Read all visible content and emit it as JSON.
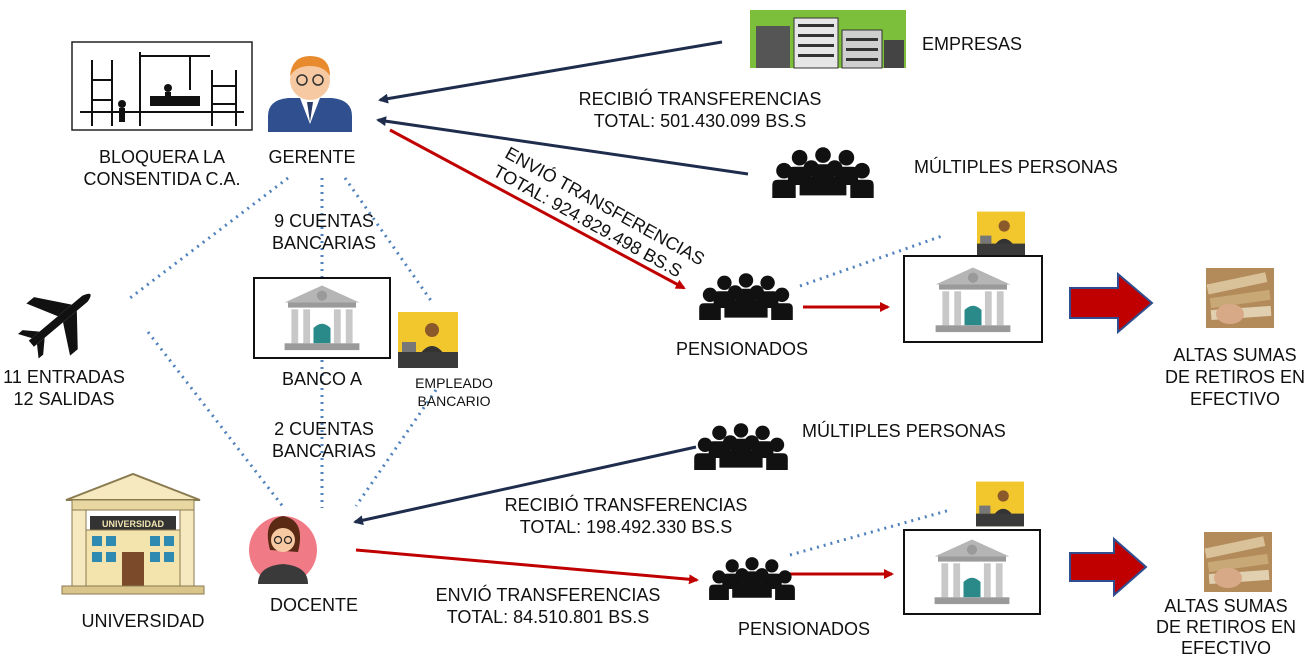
{
  "nodes": {
    "bloquera": "BLOQUERA LA\nCONSENTIDA C.A.",
    "gerente": "GERENTE",
    "empresas": "EMPRESAS",
    "multiples_top": "MÚLTIPLES PERSONAS",
    "pensionados_top": "PENSIONADOS",
    "altas_top": "ALTAS SUMAS\nDE RETIROS EN\nEFECTIVO",
    "vuelos": "11 ENTRADAS\n12 SALIDAS",
    "banco": "BANCO A",
    "empleado": "EMPLEADO\nBANCARIO",
    "universidad": "UNIVERSIDAD",
    "docente": "DOCENTE",
    "multiples_bottom": "MÚLTIPLES PERSONAS",
    "pensionados_bottom": "PENSIONADOS",
    "altas_bottom": "ALTAS SUMAS\nDE RETIROS EN\nEFECTIVO"
  },
  "edges": {
    "recibio_top": "RECIBIÓ TRANSFERENCIAS\nTOTAL: 501.430.099 BS.S",
    "envio_top_1": "ENVIÓ TRANSFERENCIAS",
    "envio_top_2": "TOTAL: 924.829.498 BS.S",
    "cuentas_gerente": "9 CUENTAS\nBANCARIAS",
    "cuentas_docente": "2 CUENTAS\nBANCARIAS",
    "recibio_bottom": "RECIBIÓ TRANSFERENCIAS\nTOTAL: 198.492.330 BS.S",
    "envio_bottom": "ENVIÓ TRANSFERENCIAS\nTOTAL:  84.510.801 BS.S"
  },
  "colors": {
    "dark_arrow": "#1f2d4d",
    "red_arrow": "#c00000",
    "dotted": "#4f81bd",
    "people": "#111111",
    "banner_red": "#c00000",
    "banner_outline": "#2f4d8f",
    "bank_gray": "#c8c8c8",
    "teller_bg": "#f2c62d"
  }
}
